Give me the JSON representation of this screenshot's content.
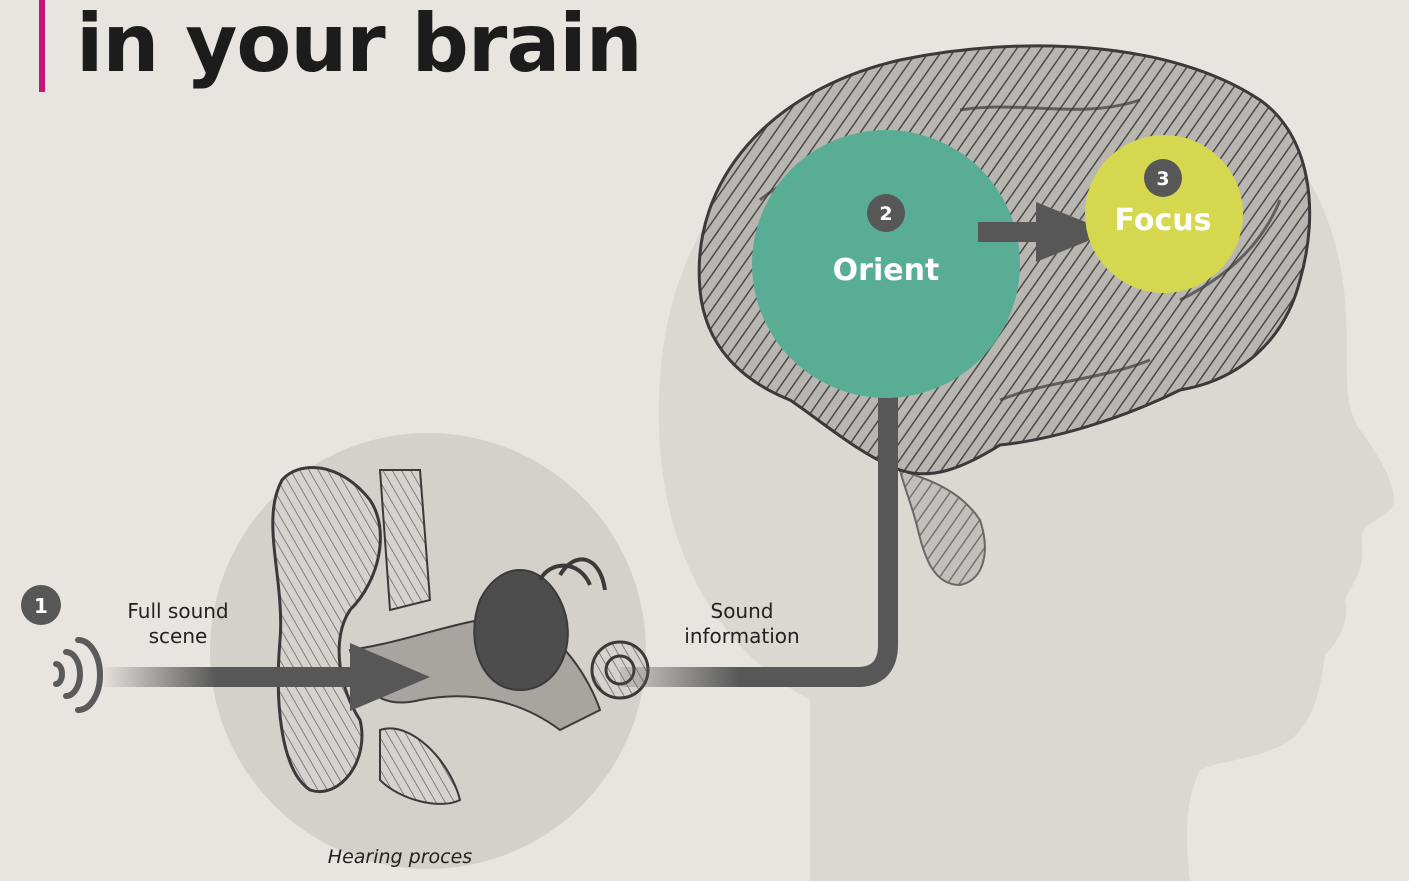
{
  "title": {
    "line1": "in your brain"
  },
  "steps": [
    {
      "number": "1",
      "label_line1": "Full sound",
      "label_line2": "scene"
    },
    {
      "number": "2",
      "label": "Orient"
    },
    {
      "number": "3",
      "label": "Focus"
    }
  ],
  "connector": {
    "label_line1": "Sound",
    "label_line2": "information"
  },
  "caption": "Hearing proces",
  "colors": {
    "background": "#e8e5e0",
    "accent_bar": "#c2187a",
    "orient": "#59ad94",
    "focus": "#d5d84e",
    "arrow": "#575757"
  }
}
